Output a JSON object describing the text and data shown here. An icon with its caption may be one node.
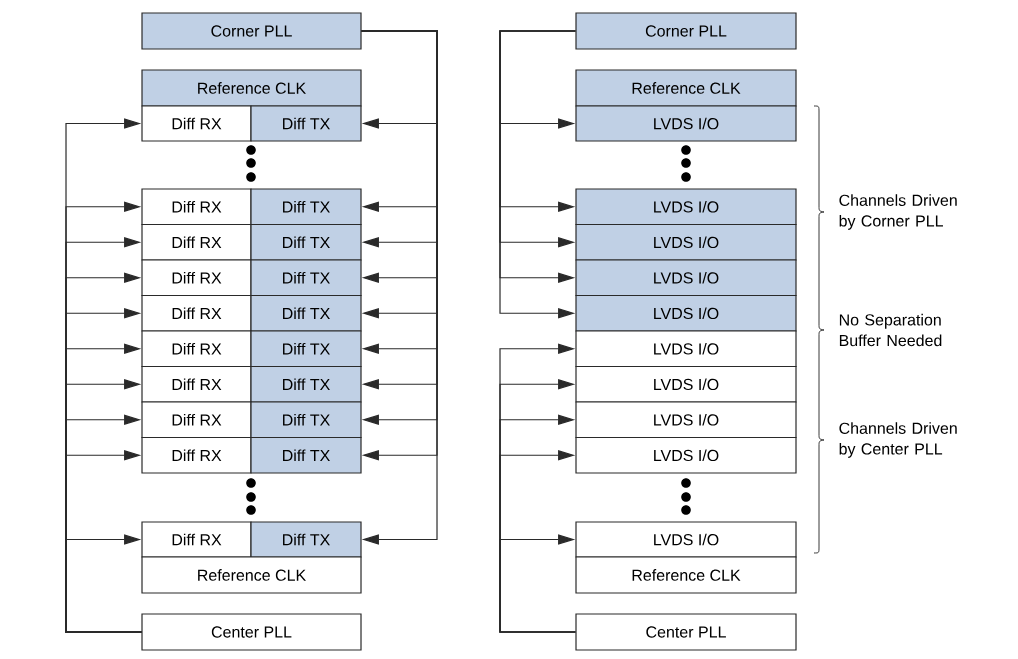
{
  "diagram": {
    "nodes": [
      {
        "text": [
          "Corner PLL"
        ]
      },
      {
        "text": [
          "Reference CLK"
        ]
      },
      {
        "text": [
          "Diff RX"
        ]
      },
      {
        "text": [
          "Diff TX"
        ]
      },
      {
        "text": [
          "Diff RX"
        ]
      },
      {
        "text": [
          "Diff TX"
        ]
      },
      {
        "text": [
          "Diff RX"
        ]
      },
      {
        "text": [
          "Diff TX"
        ]
      },
      {
        "text": [
          "Diff RX"
        ]
      },
      {
        "text": [
          "Diff TX"
        ]
      },
      {
        "text": [
          "Diff RX"
        ]
      },
      {
        "text": [
          "Diff TX"
        ]
      },
      {
        "text": [
          "Diff RX"
        ]
      },
      {
        "text": [
          "Diff TX"
        ]
      },
      {
        "text": [
          "Diff RX"
        ]
      },
      {
        "text": [
          "Diff TX"
        ]
      },
      {
        "text": [
          "Diff RX"
        ]
      },
      {
        "text": [
          "Diff TX"
        ]
      },
      {
        "text": [
          "Diff RX"
        ]
      },
      {
        "text": [
          "Diff TX"
        ]
      },
      {
        "text": [
          "Diff RX"
        ]
      },
      {
        "text": [
          "Diff TX"
        ]
      },
      {
        "text": [
          "Reference CLK"
        ]
      },
      {
        "text": [
          "Center PLL"
        ]
      },
      {
        "text": [
          "Corner PLL"
        ]
      },
      {
        "text": [
          "Reference CLK"
        ]
      },
      {
        "text": [
          "LVDS I/O"
        ]
      },
      {
        "text": [
          "LVDS I/O"
        ]
      },
      {
        "text": [
          "LVDS I/O"
        ]
      },
      {
        "text": [
          "LVDS I/O"
        ]
      },
      {
        "text": [
          "LVDS I/O"
        ]
      },
      {
        "text": [
          "LVDS I/O"
        ]
      },
      {
        "text": [
          "LVDS I/O"
        ]
      },
      {
        "text": [
          "LVDS I/O"
        ]
      },
      {
        "text": [
          "LVDS I/O"
        ]
      },
      {
        "text": [
          "LVDS I/O"
        ]
      },
      {
        "text": [
          "Reference CLK"
        ]
      },
      {
        "text": [
          "Center PLL"
        ]
      }
    ],
    "edges": [
      {
        "from": 0,
        "to": 3,
        "arrow": "to"
      },
      {
        "from": 0,
        "to": 5,
        "arrow": "to"
      },
      {
        "from": 0,
        "to": 7,
        "arrow": "to"
      },
      {
        "from": 0,
        "to": 9,
        "arrow": "to"
      },
      {
        "from": 0,
        "to": 11,
        "arrow": "to"
      },
      {
        "from": 0,
        "to": 13,
        "arrow": "to"
      },
      {
        "from": 0,
        "to": 15,
        "arrow": "to"
      },
      {
        "from": 0,
        "to": 17,
        "arrow": "to"
      },
      {
        "from": 0,
        "to": 19,
        "arrow": "to"
      },
      {
        "from": 0,
        "to": 21,
        "arrow": "to"
      },
      {
        "from": 23,
        "to": 2,
        "arrow": "to"
      },
      {
        "from": 23,
        "to": 4,
        "arrow": "to"
      },
      {
        "from": 23,
        "to": 6,
        "arrow": "to"
      },
      {
        "from": 23,
        "to": 8,
        "arrow": "to"
      },
      {
        "from": 23,
        "to": 10,
        "arrow": "to"
      },
      {
        "from": 23,
        "to": 12,
        "arrow": "to"
      },
      {
        "from": 23,
        "to": 14,
        "arrow": "to"
      },
      {
        "from": 23,
        "to": 16,
        "arrow": "to"
      },
      {
        "from": 23,
        "to": 18,
        "arrow": "to"
      },
      {
        "from": 23,
        "to": 20,
        "arrow": "to"
      },
      {
        "from": 24,
        "to": 26,
        "arrow": "to"
      },
      {
        "from": 24,
        "to": 27,
        "arrow": "to"
      },
      {
        "from": 24,
        "to": 28,
        "arrow": "to"
      },
      {
        "from": 24,
        "to": 29,
        "arrow": "to"
      },
      {
        "from": 24,
        "to": 30,
        "arrow": "to"
      },
      {
        "from": 37,
        "to": 31,
        "arrow": "to"
      },
      {
        "from": 37,
        "to": 32,
        "arrow": "to"
      },
      {
        "from": 37,
        "to": 33,
        "arrow": "to"
      },
      {
        "from": 37,
        "to": 34,
        "arrow": "to"
      },
      {
        "from": 37,
        "to": 35,
        "arrow": "to"
      }
    ],
    "labels": [
      "Channels Driven by Corner PLL",
      "No Separation Buffer Needed",
      "Channels Driven by Center PLL"
    ]
  }
}
